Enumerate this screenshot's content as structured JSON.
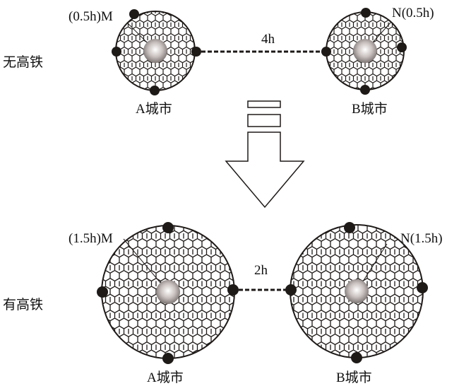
{
  "rows": [
    {
      "label": "无高铁",
      "city_a": {
        "name": "A城市",
        "point": "(0.5h)M"
      },
      "city_b": {
        "name": "B城市",
        "point": "N(0.5h)"
      },
      "distance": "4h"
    },
    {
      "label": "有高铁",
      "city_a": {
        "name": "A城市",
        "point": "(1.5h)M"
      },
      "city_b": {
        "name": "B城市",
        "point": "N(1.5h)"
      },
      "distance": "2h"
    }
  ],
  "colors": {
    "ink": "#1e1a18",
    "core": "#b8b0ae"
  }
}
